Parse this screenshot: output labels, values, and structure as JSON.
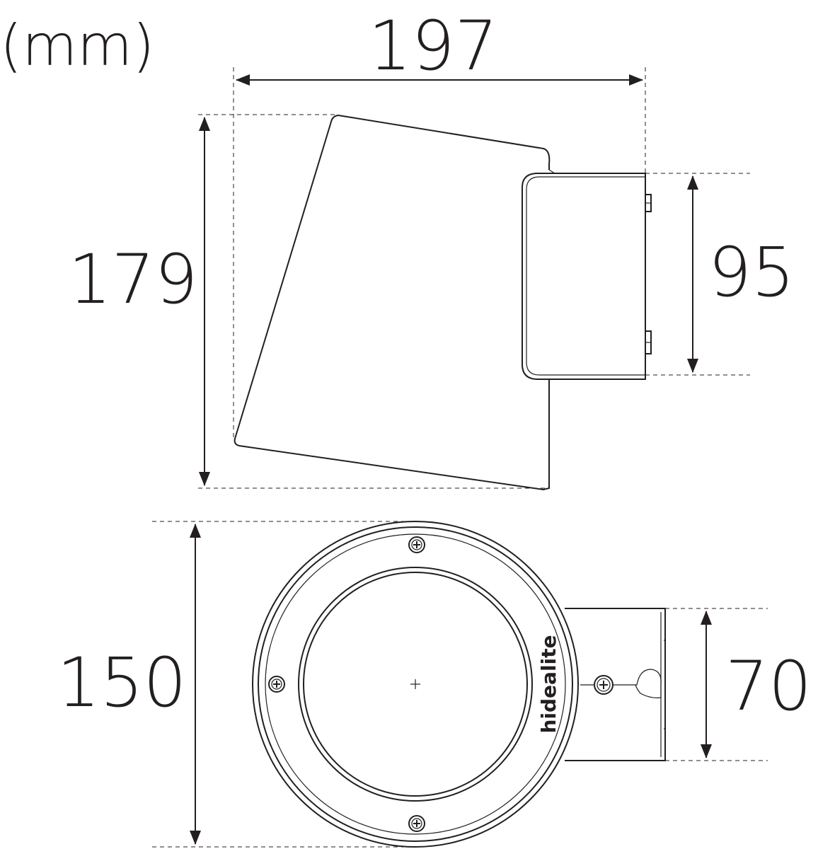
{
  "units_label": "(mm)",
  "dimensions": {
    "width": "197",
    "height": "179",
    "mount_height": "95",
    "diameter": "150",
    "mount_width": "70"
  },
  "brand_text": "hidealite"
}
